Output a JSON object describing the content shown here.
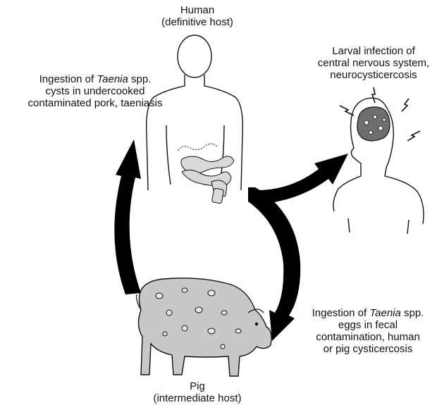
{
  "human": {
    "title": "Human",
    "subtitle": "(definitive host)"
  },
  "pig": {
    "title": "Pig",
    "subtitle": "(intermediate host)"
  },
  "neuro": {
    "line1": "Larval infection of",
    "line2": "central nervous  system,",
    "line3": "neurocysticercosis"
  },
  "taeniasis": {
    "line1_pre": "Ingestion of ",
    "line1_italic": "Taenia",
    "line1_post": " spp.",
    "line2": "cysts in undercooked",
    "line3": "contaminated pork, taeniasis"
  },
  "eggs": {
    "line1_pre": "Ingestion of ",
    "line1_italic": "Taenia",
    "line1_post": " spp.",
    "line2": "eggs in fecal",
    "line3": "contamination, human",
    "line4": "or pig cysticercosis"
  },
  "colors": {
    "outline": "#111111",
    "pig_fill": "#c8c8c8",
    "worm_fill": "#d9d9d9",
    "brain_fill": "#6e6e6e",
    "arrow": "#000000"
  }
}
